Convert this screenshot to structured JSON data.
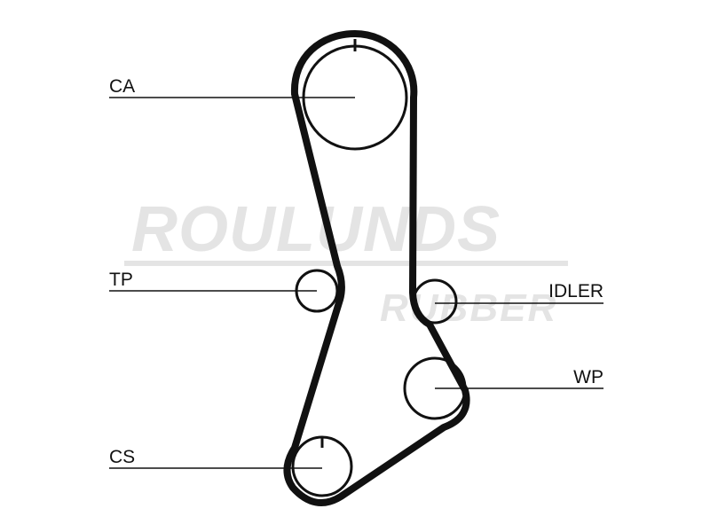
{
  "watermark": {
    "brand": "ROULUNDS",
    "sub": "RUBBER"
  },
  "labels": {
    "ca": "CA",
    "tp": "TP",
    "idler": "IDLER",
    "wp": "WP",
    "cs": "CS"
  }
}
